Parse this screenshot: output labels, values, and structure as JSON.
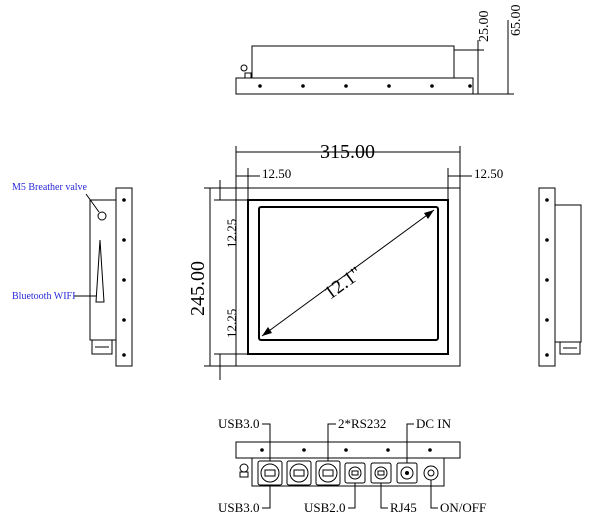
{
  "dimensions": {
    "top_height_inner": "25.00",
    "top_height_outer": "65.00",
    "width": "315.00",
    "margin_left": "12.50",
    "margin_right": "12.50",
    "height": "245.00",
    "margin_top": "12.25",
    "margin_bottom": "12.25",
    "diagonal": "12.1\""
  },
  "side_labels": {
    "breather": "M5 Breather valve",
    "wifi": "Bluetooth WIFI"
  },
  "ports": {
    "usb30_top": "USB3.0",
    "rs232": "2*RS232",
    "dcin": "DC IN",
    "usb30_bottom": "USB3.0",
    "usb20": "USB2.0",
    "rj45": "RJ45",
    "onoff": "ON/OFF"
  }
}
